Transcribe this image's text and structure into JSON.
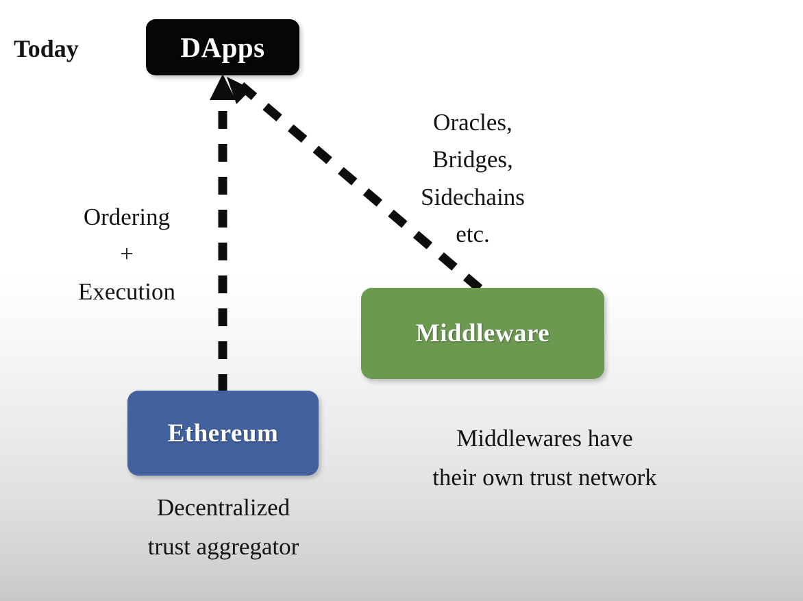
{
  "slide": {
    "title_label": "Today",
    "background_top_color": "#ffffff",
    "background_bottom_color": "#c8c8c8"
  },
  "nodes": [
    {
      "id": "dapps",
      "label": "DApps",
      "color": "#060606",
      "text_color": "#ffffff"
    },
    {
      "id": "middleware",
      "label": "Middleware",
      "color": "#6b9950",
      "text_color": "#ffffff"
    },
    {
      "id": "ethereum",
      "label": "Ethereum",
      "color": "#42619e",
      "text_color": "#ffffff"
    }
  ],
  "edges": [
    {
      "id": "ethereum-to-dapps",
      "from": "ethereum",
      "to": "dapps",
      "style": "dashed",
      "arrowhead": "at-dapps",
      "label_lines": [
        "Ordering",
        "+",
        "Execution"
      ]
    },
    {
      "id": "middleware-to-dapps",
      "from": "middleware",
      "to": "dapps",
      "style": "dashed",
      "arrowhead": "at-dapps",
      "label_lines": [
        "Oracles,",
        "Bridges,",
        "Sidechains",
        "etc."
      ]
    }
  ],
  "annotations": {
    "ordering_execution": {
      "line1": "Ordering",
      "line2": "+",
      "line3": "Execution"
    },
    "middleware_types": {
      "line1": "Oracles,",
      "line2": "Bridges,",
      "line3": "Sidechains",
      "line4": "etc."
    },
    "ethereum_caption": {
      "line1": "Decentralized",
      "line2": "trust aggregator"
    },
    "middleware_caption": {
      "line1": "Middlewares have",
      "line2": "their own trust network"
    }
  },
  "colors": {
    "line": "#0d0d0d",
    "text": "#141414"
  }
}
